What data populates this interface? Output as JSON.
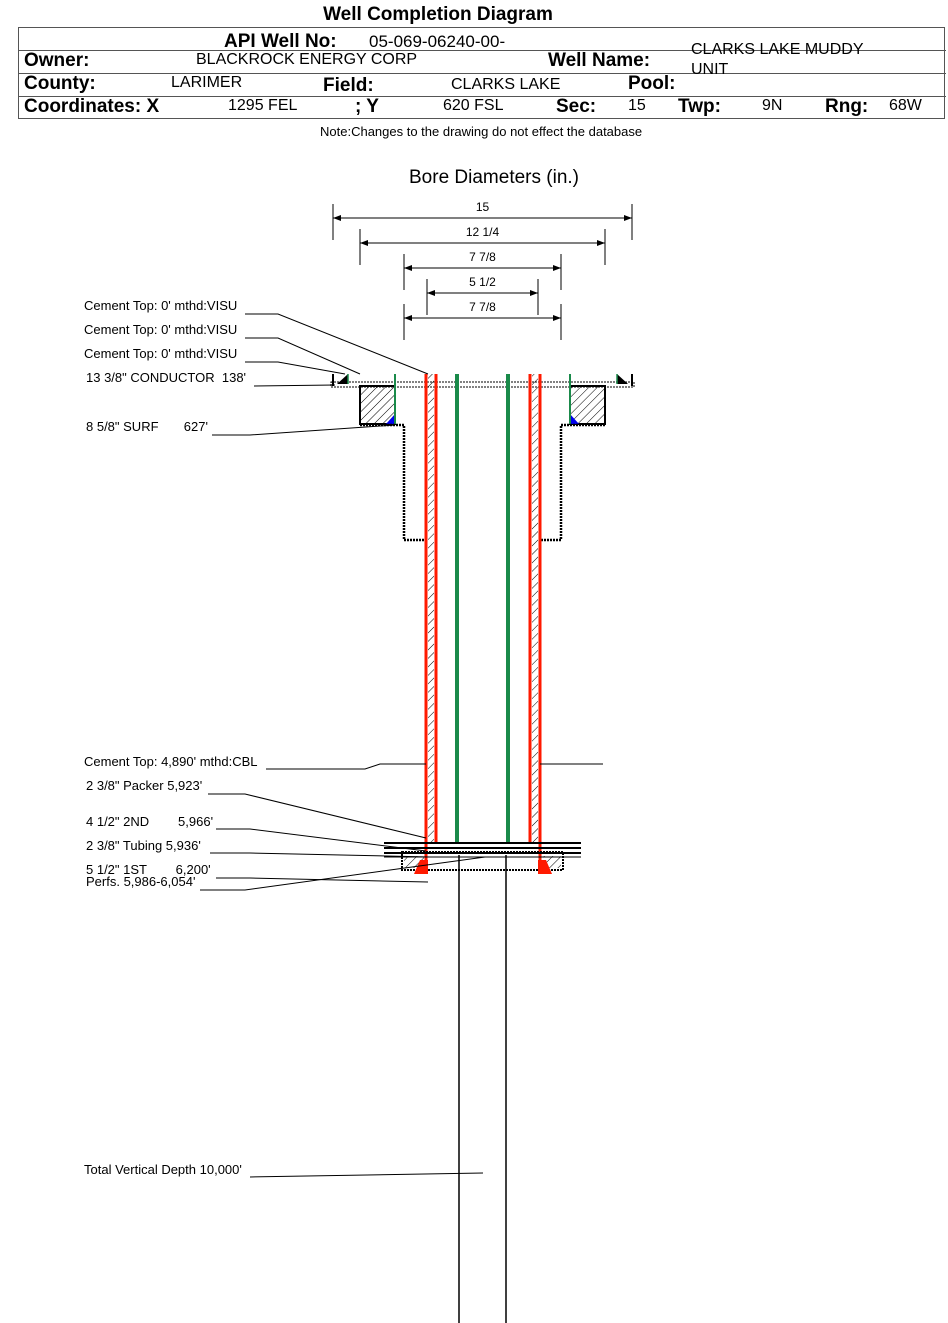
{
  "title": "Well Completion Diagram",
  "header": {
    "api_label": "API Well No:",
    "api_value": "05-069-06240-00-",
    "owner_label": "Owner:",
    "owner_value": "BLACKROCK ENERGY CORP",
    "well_name_label": "Well Name:",
    "well_name_value_1": "CLARKS LAKE MUDDY",
    "well_name_value_2": "UNIT",
    "county_label": "County:",
    "county_value": "LARIMER",
    "field_label": "Field:",
    "field_value": "CLARKS LAKE",
    "pool_label": "Pool:",
    "coord_x_label": "Coordinates: X",
    "coord_x_value": "1295 FEL",
    "coord_y_label": "; Y",
    "coord_y_value": "620 FSL",
    "sec_label": "Sec:",
    "sec_value": "15",
    "twp_label": "Twp:",
    "twp_value": "9N",
    "rng_label": "Rng:",
    "rng_value": "68W"
  },
  "note": "Note:Changes to the drawing do not effect the database",
  "bore_title": "Bore Diameters (in.)",
  "bore_diameters": [
    "15",
    "12 1/4",
    "7 7/8",
    "5 1/2",
    "7 7/8"
  ],
  "labels": {
    "cement1": "Cement Top: 0' mthd:VISU",
    "cement2": "Cement Top: 0' mthd:VISU",
    "cement3": "Cement Top: 0' mthd:VISU",
    "conductor": "13 3/8\" CONDUCTOR  138'",
    "surf": "8 5/8\" SURF       627'",
    "cement4": "Cement Top: 4,890' mthd:CBL",
    "packer": "2 3/8\" Packer 5,923'",
    "second": "4 1/2\" 2ND        5,966'",
    "tubing": "2 3/8\" Tubing 5,936'",
    "first": "5 1/2\" 1ST        6,200'",
    "perfs": "Perfs. 5,986-6,054'",
    "tvd": "Total Vertical Depth 10,000'"
  },
  "colors": {
    "casing": "#ff1a00",
    "tubing": "#1a8a4a",
    "cement_wedge": "#0000ee"
  }
}
